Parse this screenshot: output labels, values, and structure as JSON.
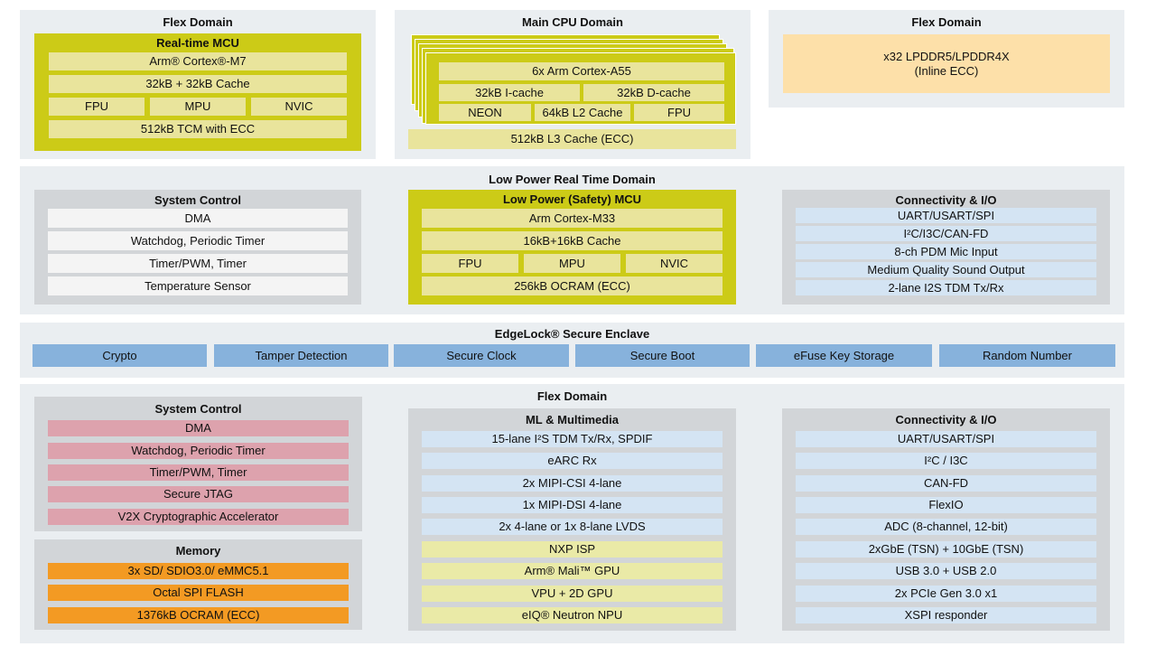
{
  "top": {
    "flex_left": {
      "title": "Flex Domain",
      "mcu_title": "Real-time MCU",
      "core": "Arm® Cortex®-M7",
      "cache": "32kB + 32kB Cache",
      "units": [
        "FPU",
        "MPU",
        "NVIC"
      ],
      "tcm": "512kB TCM with ECC"
    },
    "main_cpu": {
      "title": "Main CPU Domain",
      "core": "6x Arm Cortex-A55",
      "icache": "32kB I-cache",
      "dcache": "32kB D-cache",
      "neon": "NEON",
      "l2": "64kB L2 Cache",
      "fpu": "FPU",
      "l3": "512kB L3 Cache (ECC)"
    },
    "flex_right": {
      "title": "Flex Domain",
      "memory_line1": "x32 LPDDR5/LPDDR4X",
      "memory_line2": "(Inline ECC)"
    }
  },
  "low_power": {
    "title": "Low Power Real Time Domain",
    "system_control": {
      "title": "System Control",
      "items": [
        "DMA",
        "Watchdog, Periodic Timer",
        "Timer/PWM, Timer",
        "Temperature Sensor"
      ]
    },
    "mcu": {
      "title": "Low Power (Safety) MCU",
      "core": "Arm Cortex-M33",
      "cache": "16kB+16kB Cache",
      "units": [
        "FPU",
        "MPU",
        "NVIC"
      ],
      "ocram": "256kB OCRAM (ECC)"
    },
    "connectivity": {
      "title": "Connectivity & I/O",
      "items": [
        "UART/USART/SPI",
        "I²C/I3C/CAN-FD",
        "8-ch PDM Mic Input",
        "Medium Quality Sound Output",
        "2-lane I2S TDM Tx/Rx"
      ]
    }
  },
  "enclave": {
    "title": "EdgeLock® Secure Enclave",
    "items": [
      "Crypto",
      "Tamper Detection",
      "Secure Clock",
      "Secure Boot",
      "eFuse Key Storage",
      "Random Number"
    ]
  },
  "flex_bottom": {
    "title": "Flex Domain",
    "system_control": {
      "title": "System Control",
      "items": [
        "DMA",
        "Watchdog, Periodic Timer",
        "Timer/PWM, Timer",
        "Secure JTAG",
        "V2X Cryptographic Accelerator"
      ]
    },
    "memory": {
      "title": "Memory",
      "items": [
        "3x SD/ SDIO3.0/ eMMC5.1",
        "Octal SPI FLASH",
        "1376kB OCRAM (ECC)"
      ]
    },
    "ml": {
      "title": "ML & Multimedia",
      "items": [
        "15-lane I²S TDM Tx/Rx, SPDIF",
        "eARC Rx",
        "2x MIPI-CSI 4-lane",
        "1x MIPI-DSI 4-lane",
        "2x 4-lane or 1x 8-lane LVDS"
      ],
      "accel_items": [
        "NXP ISP",
        "Arm® Mali™ GPU",
        "VPU + 2D GPU",
        "eIQ® Neutron NPU"
      ]
    },
    "connectivity": {
      "title": "Connectivity & I/O",
      "items": [
        "UART/USART/SPI",
        "I²C / I3C",
        "CAN-FD",
        "FlexIO",
        "ADC (8-channel, 12-bit)",
        "2xGbE (TSN) + 10GbE (TSN)",
        "USB 3.0 + USB 2.0",
        "2x PCIe Gen 3.0 x1",
        "XSPI responder"
      ]
    }
  },
  "colors": {
    "panel": "#eaeef1",
    "inner_panel": "#d2d5d8",
    "mcu": "#cccb17",
    "mcu_item": "#e9e49c",
    "lp_item": "#f4f4f4",
    "conn_item": "#d4e4f3",
    "enclave_item": "#87b2dc",
    "sysctrl_item": "#dda2ad",
    "memory_item": "#f39a23",
    "accel_item": "#eaeaa7",
    "lpddr": "#fde0a9"
  }
}
